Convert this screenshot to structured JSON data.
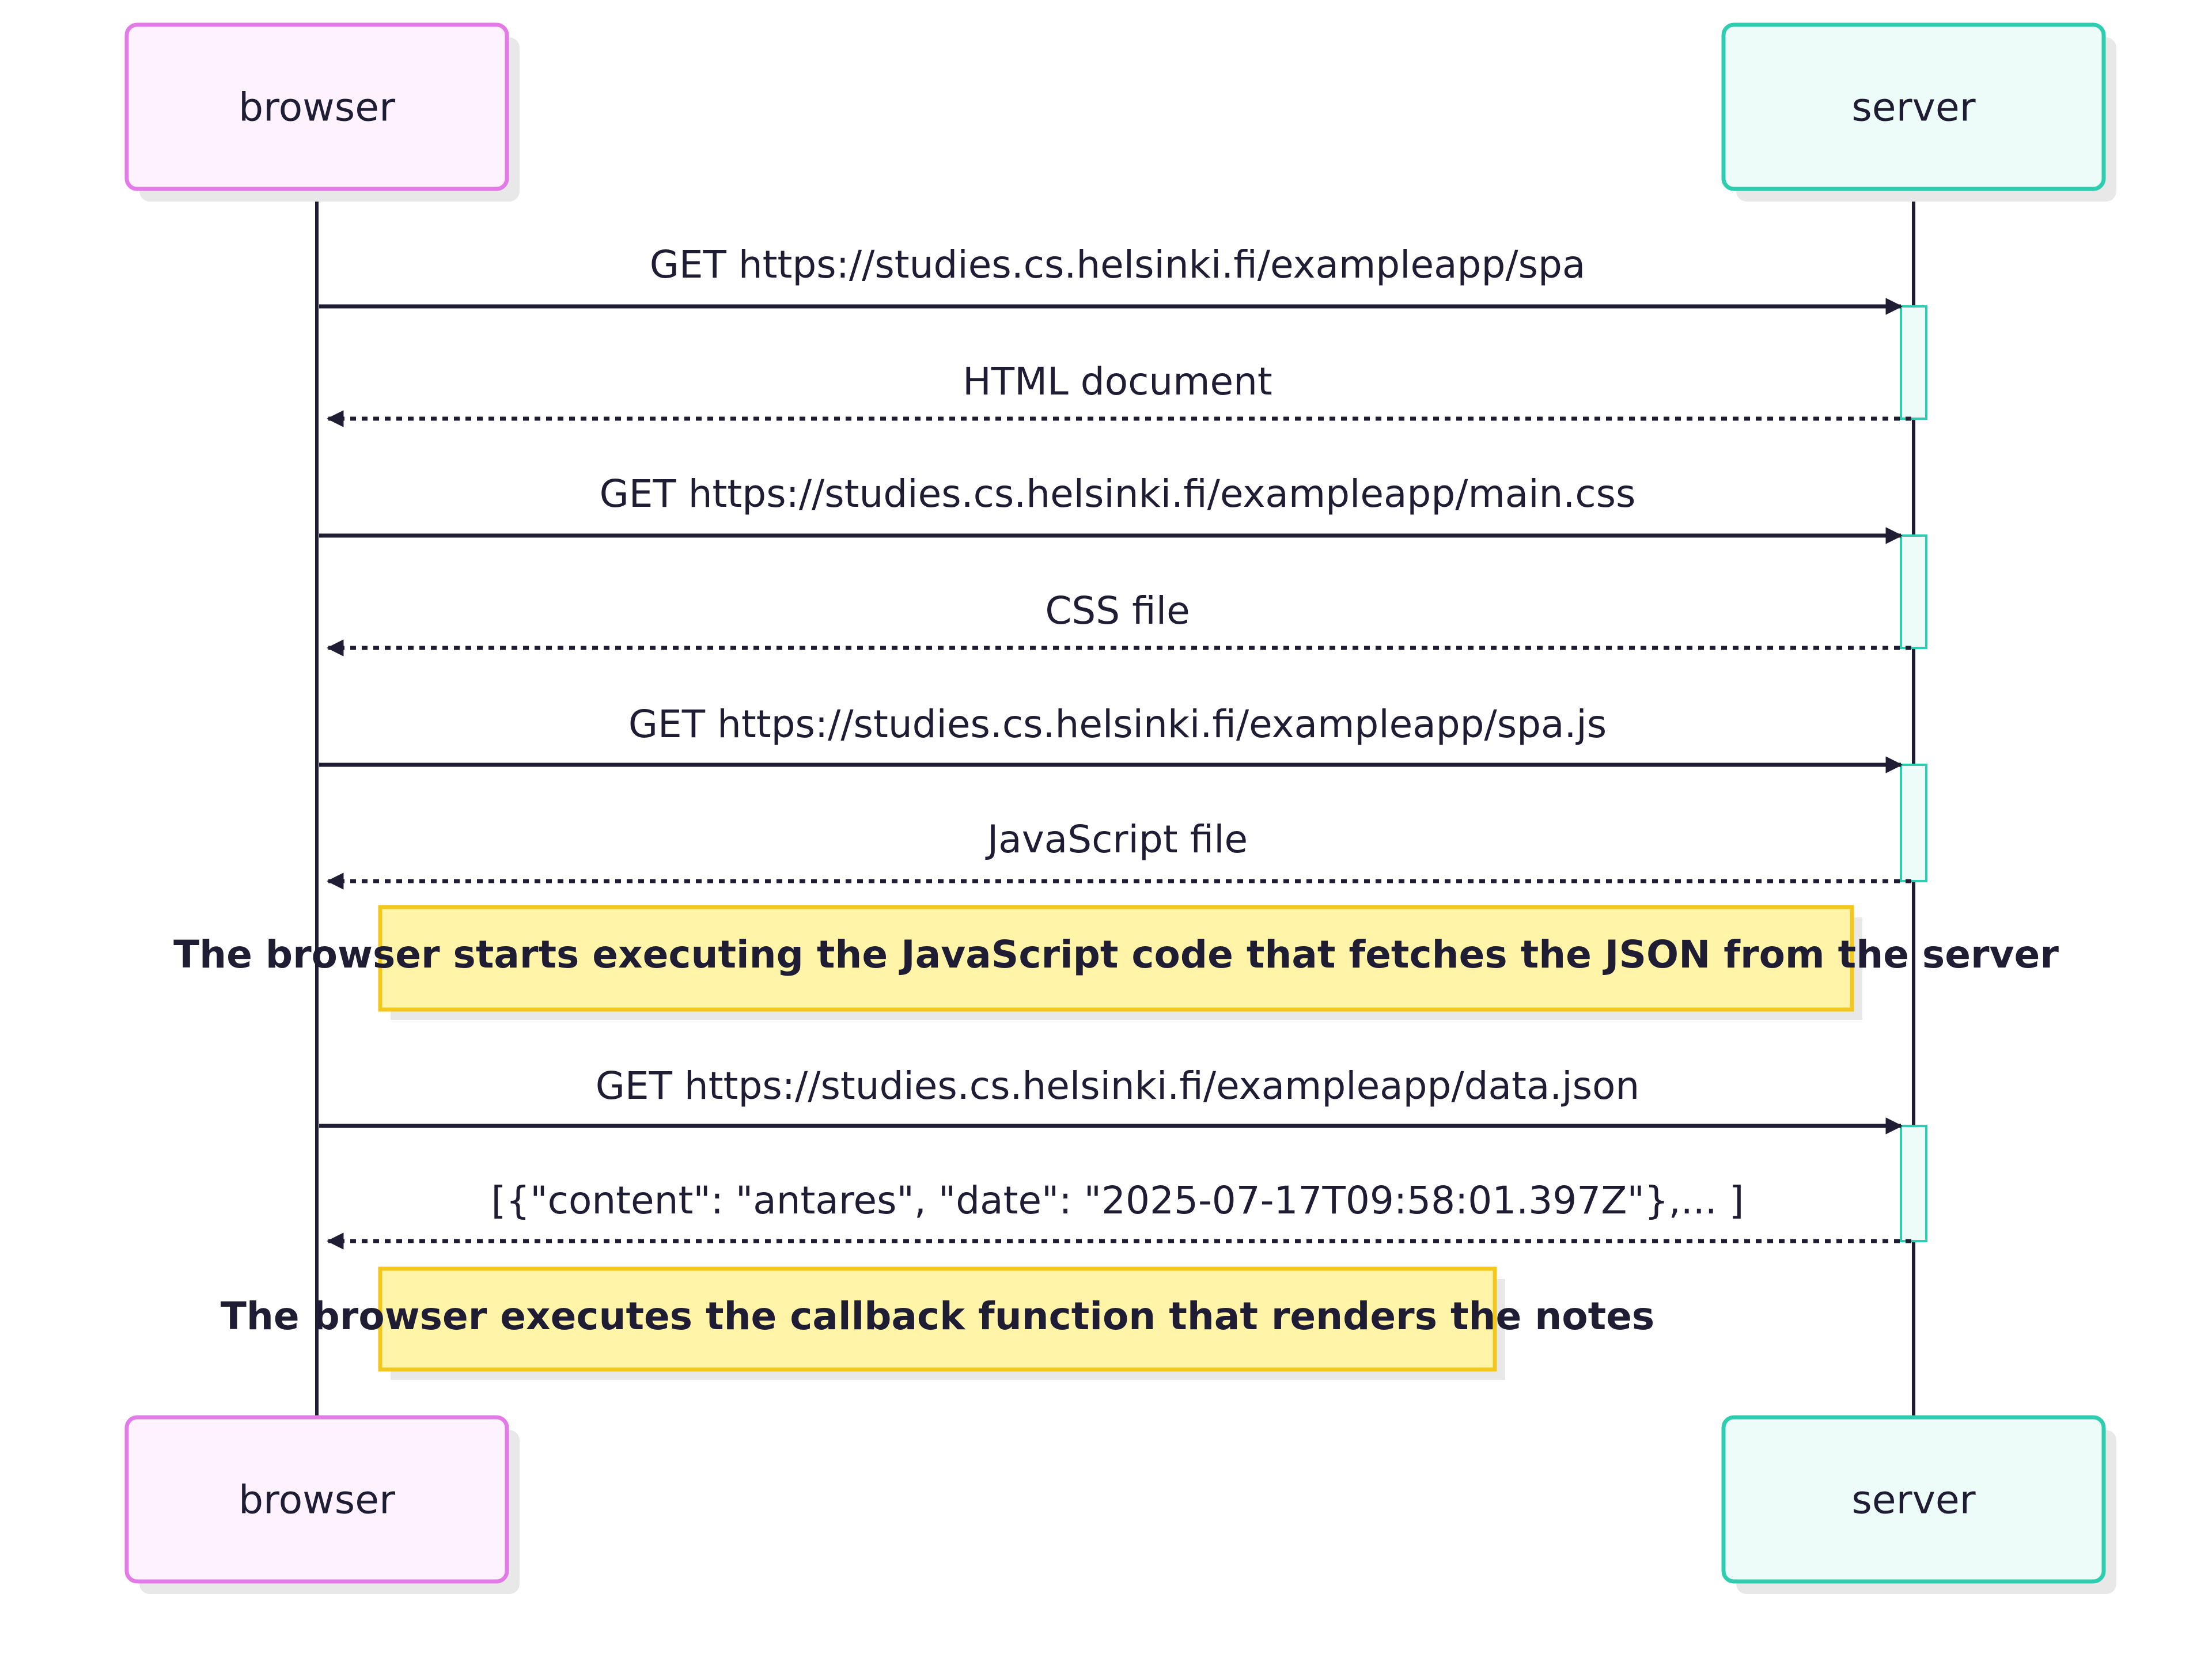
{
  "participants": [
    {
      "id": "browser",
      "label": "browser"
    },
    {
      "id": "server",
      "label": "server"
    }
  ],
  "messages": [
    {
      "from": "browser",
      "to": "server",
      "style": "solid",
      "label": "GET https://studies.cs.helsinki.fi/exampleapp/spa"
    },
    {
      "from": "server",
      "to": "browser",
      "style": "dotted",
      "label": "HTML document"
    },
    {
      "from": "browser",
      "to": "server",
      "style": "solid",
      "label": "GET https://studies.cs.helsinki.fi/exampleapp/main.css"
    },
    {
      "from": "server",
      "to": "browser",
      "style": "dotted",
      "label": "CSS file"
    },
    {
      "from": "browser",
      "to": "server",
      "style": "solid",
      "label": "GET https://studies.cs.helsinki.fi/exampleapp/spa.js"
    },
    {
      "from": "server",
      "to": "browser",
      "style": "dotted",
      "label": "JavaScript file"
    },
    {
      "from": "browser",
      "to": "server",
      "style": "solid",
      "label": "GET https://studies.cs.helsinki.fi/exampleapp/data.json"
    },
    {
      "from": "server",
      "to": "browser",
      "style": "dotted",
      "label": "[{\"content\": \"antares\", \"date\": \"2025-07-17T09:58:01.397Z\"},... ]"
    }
  ],
  "notes": [
    {
      "text": "The browser starts executing the JavaScript code that fetches the JSON from the server"
    },
    {
      "text": "The browser executes the callback function that renders the notes"
    }
  ],
  "colors": {
    "browser_border": "#e27ae8",
    "browser_fill": "#fdf2fd",
    "server_border": "#2ecdb0",
    "server_fill": "#eefcf9",
    "line": "#1f1d33",
    "note_border": "#f2c81c",
    "note_fill": "#fff4a8",
    "shadow": "#e8e8e8"
  }
}
